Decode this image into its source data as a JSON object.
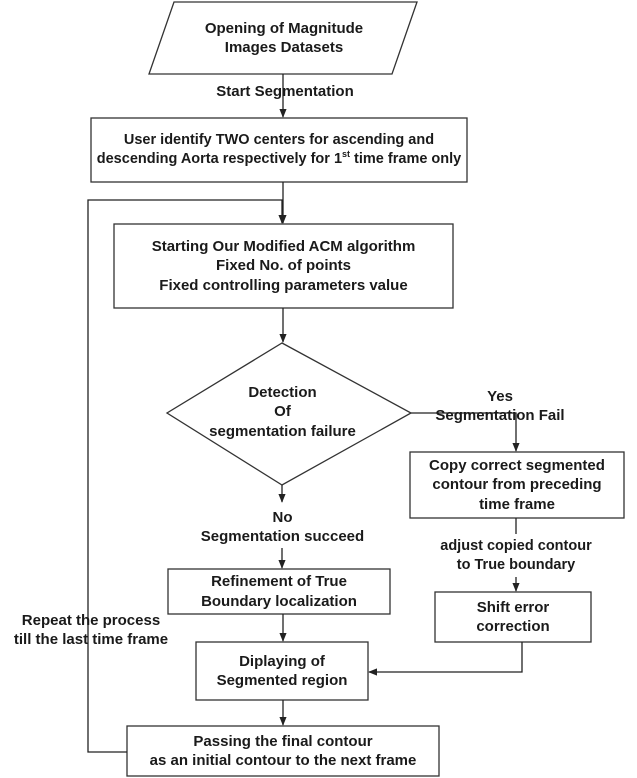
{
  "nodes": {
    "open": {
      "line1": "Opening of Magnitude",
      "line2": "Images Datasets"
    },
    "identify": {
      "line1": "User identify TWO centers for ascending and",
      "line2a": "descending Aorta respectively for 1",
      "line2sup": "st",
      "line2b": " time frame only"
    },
    "acm": {
      "line1": "Starting Our Modified ACM algorithm",
      "line2": "Fixed No. of points",
      "line3": "Fixed controlling parameters value"
    },
    "detect": {
      "line1": "Detection",
      "line2": "Of",
      "line3": "segmentation failure"
    },
    "copy": {
      "line1": "Copy correct segmented",
      "line2": "contour from preceding",
      "line3": "time frame"
    },
    "refine": {
      "line1": "Refinement of True",
      "line2": "Boundary localization"
    },
    "shift": {
      "line1": "Shift error",
      "line2": "correction"
    },
    "display": {
      "line1": "Diplaying of",
      "line2": "Segmented region"
    },
    "pass": {
      "line1": "Passing the final contour",
      "line2": "as an initial contour to the next frame"
    }
  },
  "labels": {
    "start_seg": "Start Segmentation",
    "yes_line1": "Yes",
    "yes_line2": "Segmentation Fail",
    "no_line1": "No",
    "no_line2": "Segmentation succeed",
    "adjust_line1": "adjust copied contour",
    "adjust_line2": "to True boundary",
    "repeat_line1": "Repeat the process",
    "repeat_line2": "till the last time frame"
  },
  "colors": {
    "stroke": "#333333",
    "text": "#1a1a1a",
    "fill": "#ffffff"
  }
}
